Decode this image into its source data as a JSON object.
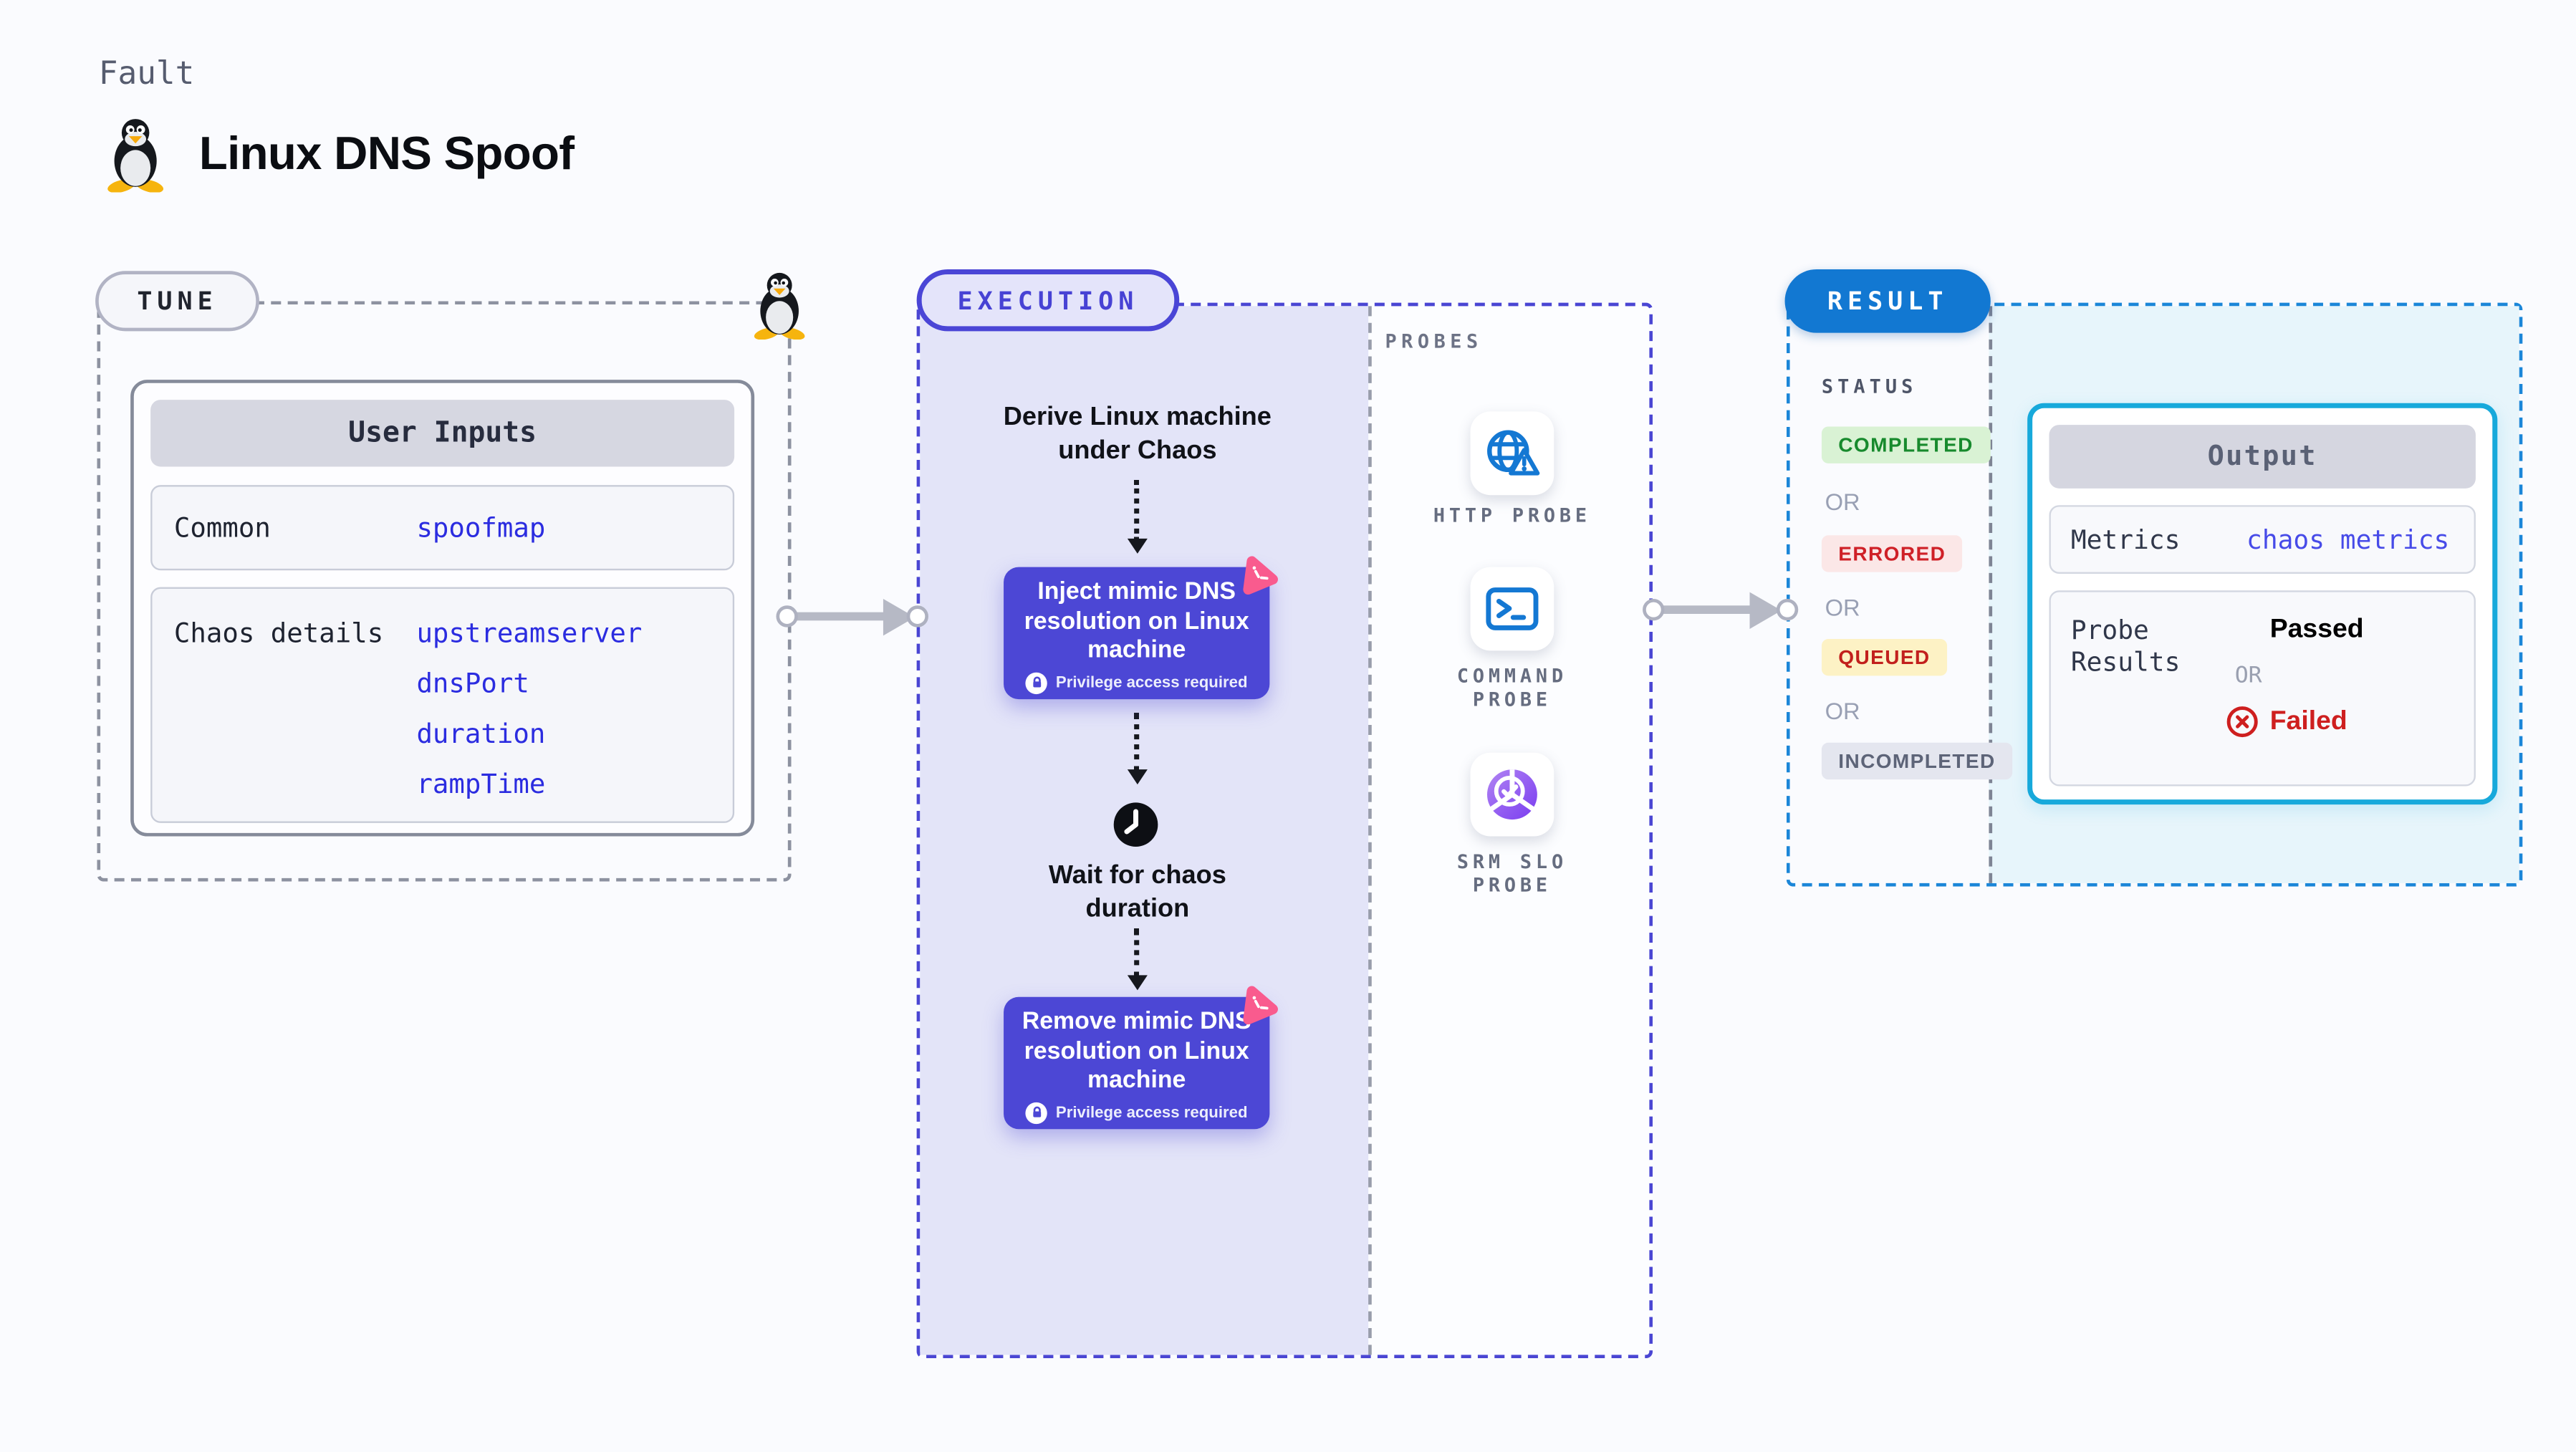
{
  "page": {
    "background": "#fafbfe"
  },
  "header": {
    "fault_label": "Fault",
    "title": "Linux DNS Spoof"
  },
  "tune": {
    "pill_label": "TUNE",
    "user_inputs": {
      "title": "User Inputs",
      "common_label": "Common",
      "common_value": "spoofmap",
      "chaos_label": "Chaos details",
      "chaos_values": [
        "upstreamserver",
        "dnsPort",
        "duration",
        "rampTime"
      ]
    }
  },
  "execution": {
    "pill_label": "EXECUTION",
    "derive_label": "Derive Linux machine under Chaos",
    "inject_label": "Inject mimic DNS resolution on Linux machine",
    "wait_label": "Wait for chaos duration",
    "remove_label": "Remove mimic DNS resolution on Linux machine",
    "privilege_label": "Privilege access required",
    "accent_color": "#4b46d4",
    "lavender_bg": "#e3e4f8"
  },
  "probes": {
    "section_label": "PROBES",
    "items": [
      {
        "label": "HTTP PROBE",
        "icon": "globe-warning-icon"
      },
      {
        "label": "COMMAND PROBE",
        "icon": "terminal-icon"
      },
      {
        "label": "SRM SLO PROBE",
        "icon": "pie-check-icon"
      }
    ]
  },
  "result": {
    "pill_label": "RESULT",
    "status_label": "STATUS",
    "or_label": "OR",
    "statuses": [
      {
        "label": "COMPLETED",
        "bg": "#d9f2d4",
        "color": "#178a2d"
      },
      {
        "label": "ERRORED",
        "bg": "#fbe7e7",
        "color": "#cf2027"
      },
      {
        "label": "QUEUED",
        "bg": "#fdf2c5",
        "color": "#c2201d"
      },
      {
        "label": "INCOMPLETED",
        "bg": "#e4e6ef",
        "color": "#5d6478"
      }
    ],
    "output": {
      "title": "Output",
      "metrics_label": "Metrics",
      "metrics_value": "chaos metrics",
      "probe_results_label": "Probe Results",
      "passed_label": "Passed",
      "or_label": "OR",
      "failed_label": "Failed",
      "passed_color": "#18932",
      "failed_color": "#ce1f1f",
      "border_color": "#17a9db"
    },
    "accent_color": "#1278d2"
  }
}
